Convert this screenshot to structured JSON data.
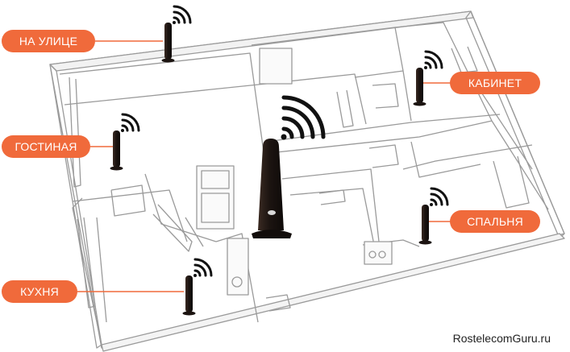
{
  "accent_color": "#f06a3b",
  "device_color": "#1c1411",
  "rooms": [
    {
      "id": "outside",
      "label": "НА УЛИЦЕ"
    },
    {
      "id": "cabinet",
      "label": "КАБИНЕТ"
    },
    {
      "id": "living",
      "label": "ГОСТИНАЯ"
    },
    {
      "id": "bedroom",
      "label": "СПАЛЬНЯ"
    },
    {
      "id": "kitchen",
      "label": "КУХНЯ"
    }
  ],
  "icons": {
    "device": "wifi-extender-icon",
    "signal": "wifi-signal-icon",
    "router": "wifi-router-icon"
  },
  "credit": "RostelecomGuru.ru"
}
